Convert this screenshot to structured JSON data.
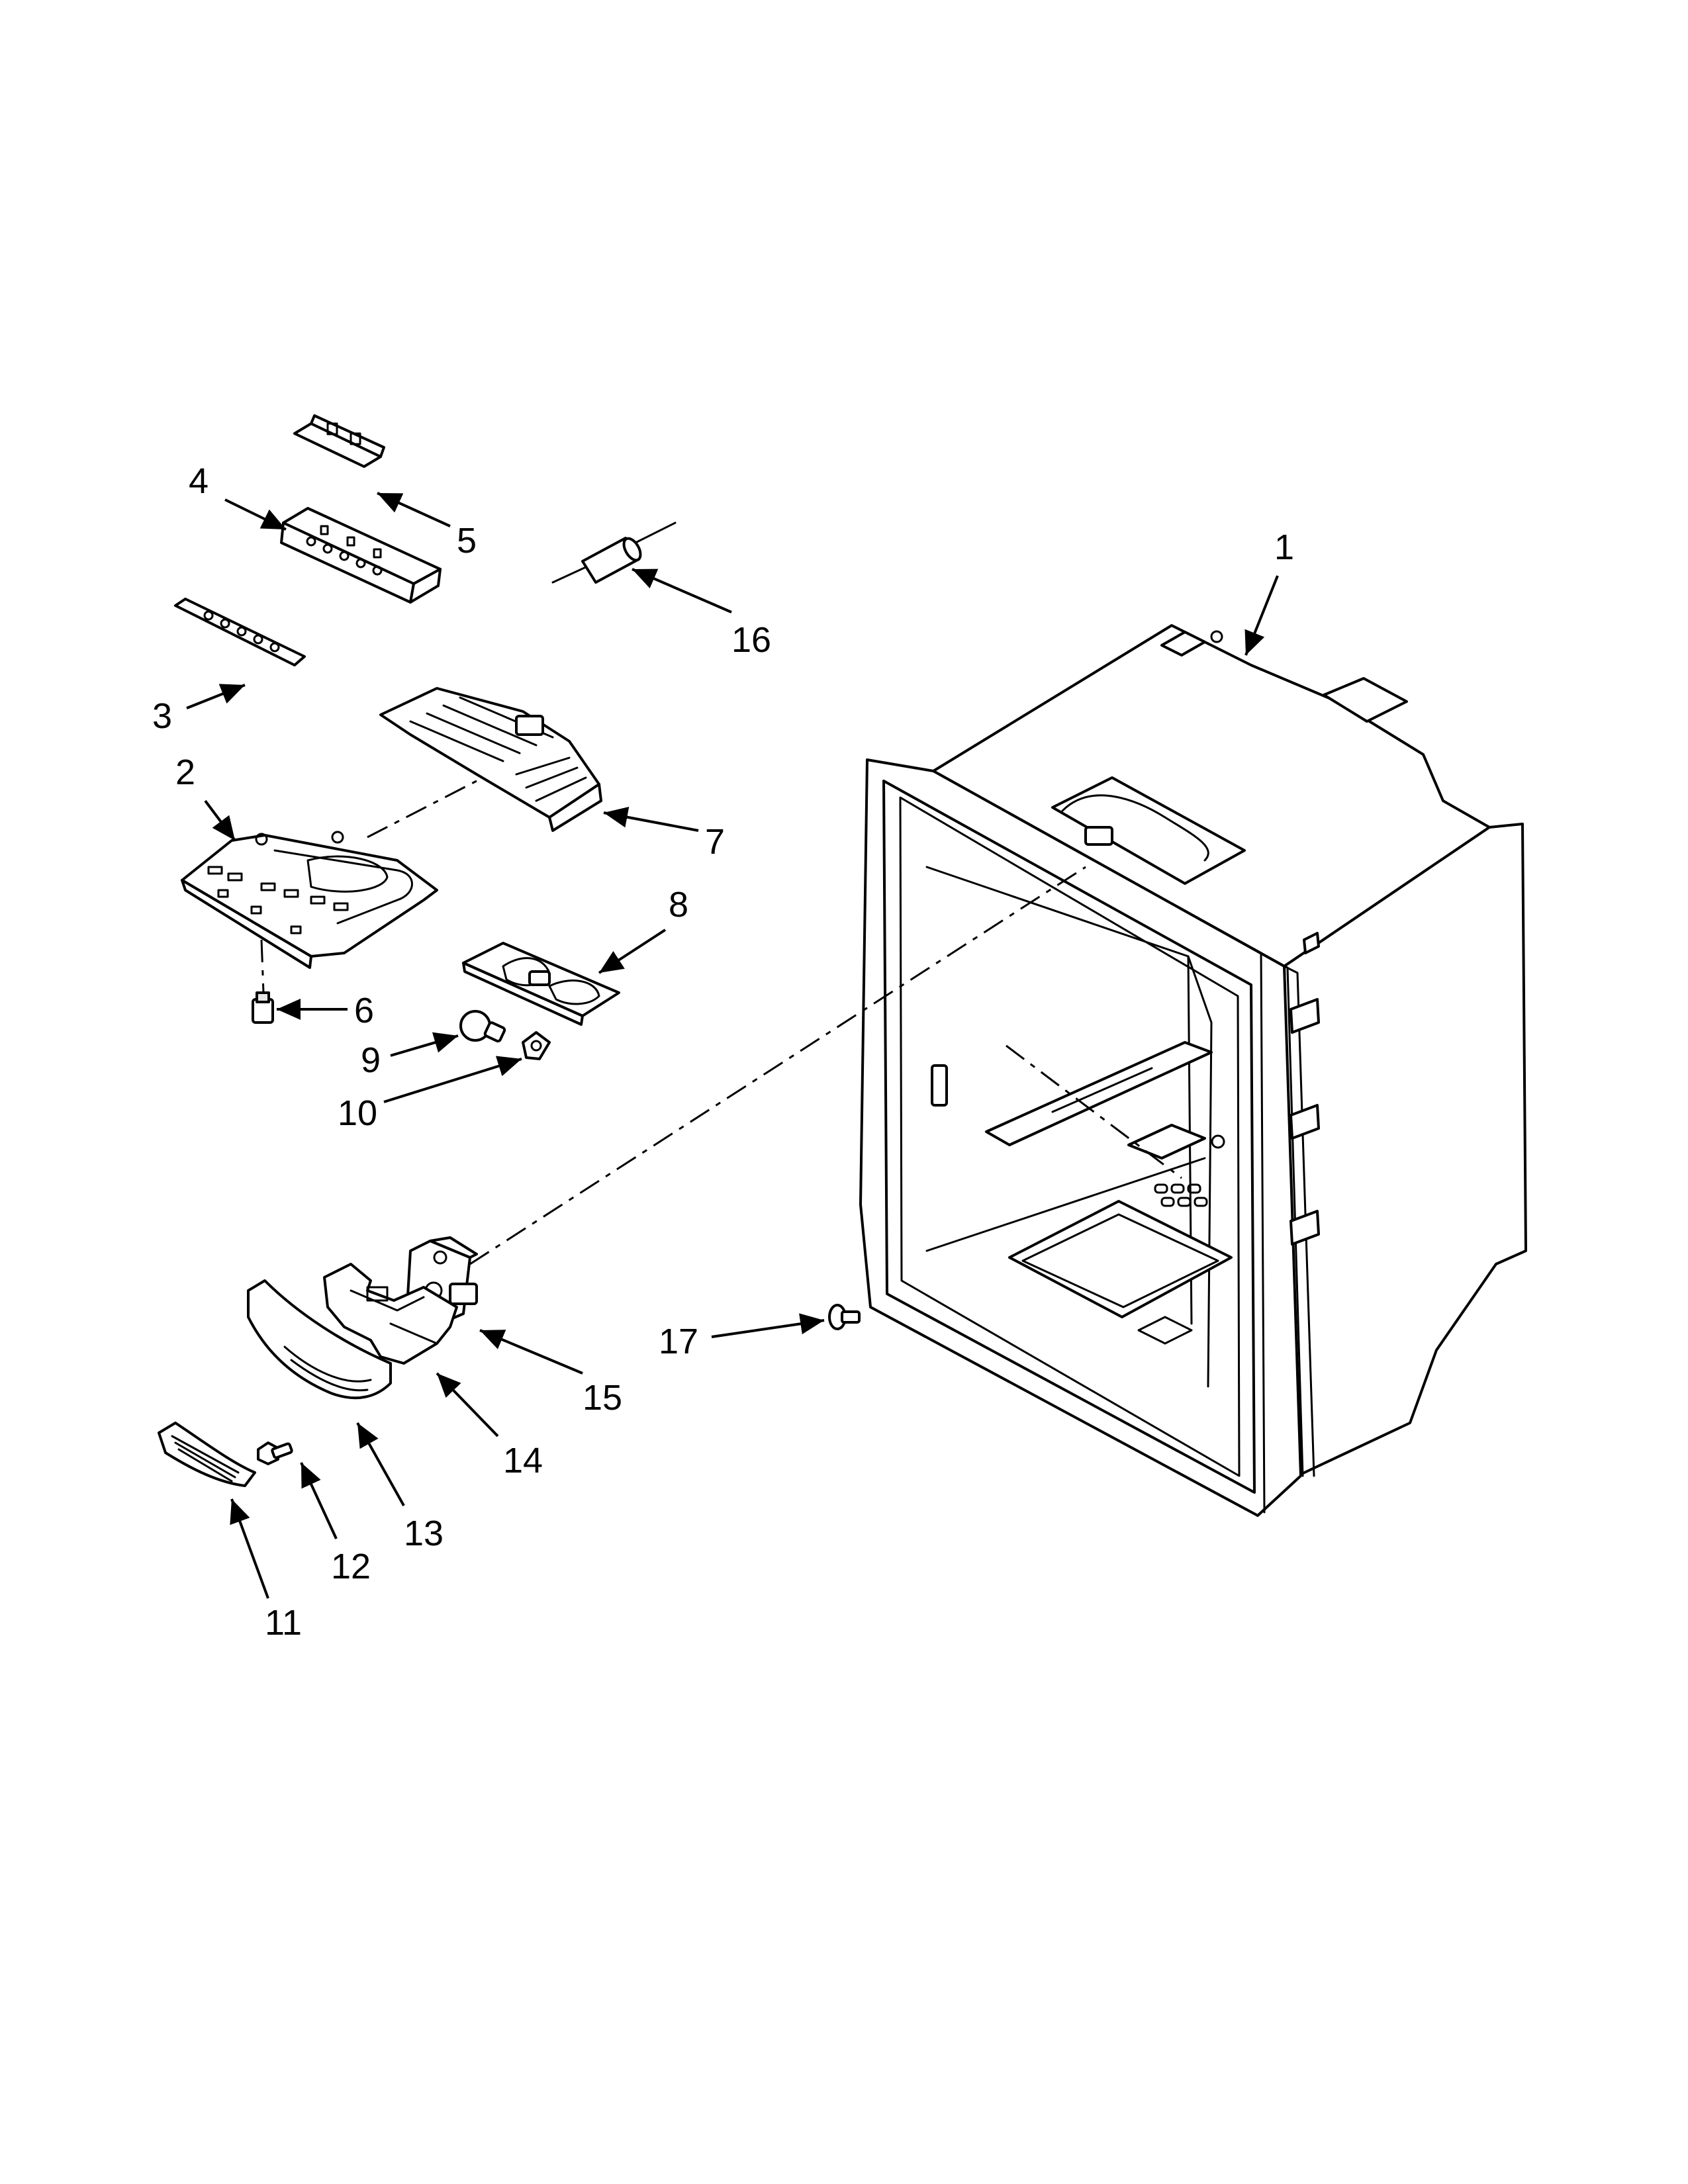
{
  "callouts": [
    {
      "id": "1",
      "label": "1"
    },
    {
      "id": "2",
      "label": "2"
    },
    {
      "id": "3",
      "label": "3"
    },
    {
      "id": "4",
      "label": "4"
    },
    {
      "id": "5",
      "label": "5"
    },
    {
      "id": "6",
      "label": "6"
    },
    {
      "id": "7",
      "label": "7"
    },
    {
      "id": "8",
      "label": "8"
    },
    {
      "id": "9",
      "label": "9"
    },
    {
      "id": "10",
      "label": "10"
    },
    {
      "id": "11",
      "label": "11"
    },
    {
      "id": "12",
      "label": "12"
    },
    {
      "id": "13",
      "label": "13"
    },
    {
      "id": "14",
      "label": "14"
    },
    {
      "id": "15",
      "label": "15"
    },
    {
      "id": "16",
      "label": "16"
    },
    {
      "id": "17",
      "label": "17"
    }
  ],
  "colors": {
    "ink": "#000000",
    "paper": "#ffffff",
    "shade": "#e6e6e6"
  }
}
